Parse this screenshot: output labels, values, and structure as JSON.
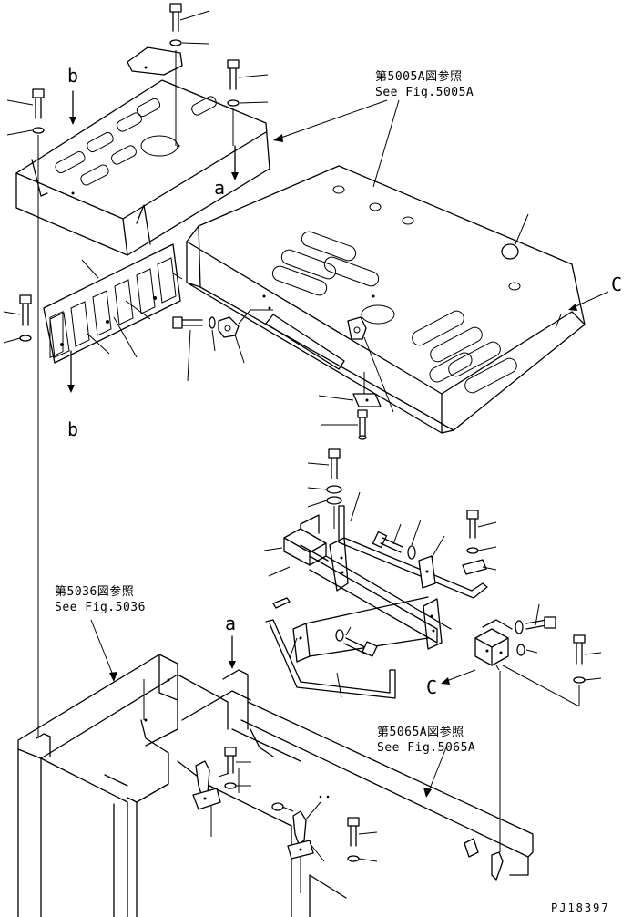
{
  "references": {
    "top_right_jp": "第5005A図参照",
    "top_right_en": "See Fig.5005A",
    "mid_left_jp": "第5036図参照",
    "mid_left_en": "See Fig.5036",
    "bottom_right_jp": "第5065A図参照",
    "bottom_right_en": "See Fig.5065A"
  },
  "view_markers": {
    "a_top": "a",
    "a_bottom": "a",
    "b_top": "b",
    "b_bottom": "b",
    "c_right": "C",
    "c_lower": "C"
  },
  "drawing_code": "PJ18397"
}
